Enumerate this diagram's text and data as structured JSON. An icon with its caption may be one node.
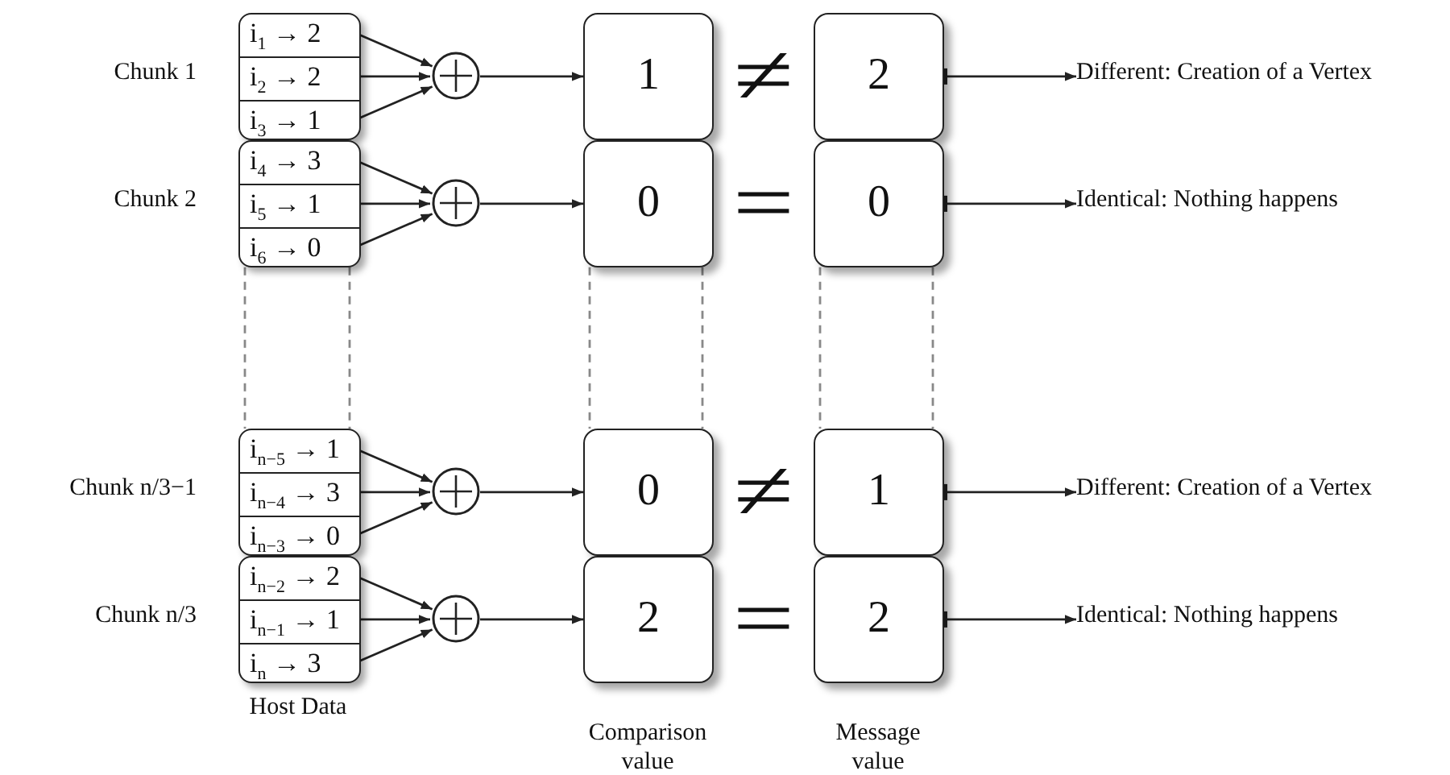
{
  "diagram": {
    "nodes": [
      {
        "text": [],
        "shape": "box",
        "beside": [
          "Chunk 1"
        ]
      },
      {
        "text": [
          "i$_{1}$ → 2"
        ],
        "in": 0
      },
      {
        "text": [
          "i$_{2}$ → 2"
        ],
        "in": 0
      },
      {
        "text": [
          "i$_{3}$ → 1"
        ],
        "in": 0
      },
      {
        "text": [],
        "shape": "circle"
      },
      {
        "text": [
          "1"
        ]
      },
      {
        "text": [
          "2"
        ]
      },
      {
        "text": [
          "Different: Creation of a Vertex"
        ]
      },
      {
        "text": [],
        "shape": "box",
        "beside": [
          "Chunk 2"
        ]
      },
      {
        "text": [
          "i$_{4}$ → 3"
        ],
        "in": 8
      },
      {
        "text": [
          "i$_{5}$ → 1"
        ],
        "in": 8
      },
      {
        "text": [
          "i$_{6}$ → 0"
        ],
        "in": 8
      },
      {
        "text": [],
        "shape": "circle"
      },
      {
        "text": [
          "0"
        ]
      },
      {
        "text": [
          "0"
        ]
      },
      {
        "text": [
          "Identical: Nothing happens"
        ]
      },
      {
        "text": [],
        "shape": "box",
        "beside": [
          "Chunk n/3−1"
        ]
      },
      {
        "text": [
          "i$_{n−5}$ → 1"
        ],
        "in": 16
      },
      {
        "text": [
          "i$_{n−4}$ → 3"
        ],
        "in": 16
      },
      {
        "text": [
          "i$_{n−3}$ → 0"
        ],
        "in": 16
      },
      {
        "text": [],
        "shape": "circle"
      },
      {
        "text": [
          "0"
        ]
      },
      {
        "text": [
          "1"
        ]
      },
      {
        "text": [
          "Different: Creation of a Vertex"
        ]
      },
      {
        "text": [],
        "shape": "box",
        "beside": [
          "Chunk n/3"
        ]
      },
      {
        "text": [
          "i$_{n−2}$ → 2"
        ],
        "in": 24
      },
      {
        "text": [
          "i$_{n−1}$ → 1"
        ],
        "in": 24
      },
      {
        "text": [
          "i$_{n}$ → 3"
        ],
        "in": 24
      },
      {
        "text": [],
        "shape": "circle"
      },
      {
        "text": [
          "2"
        ]
      },
      {
        "text": [
          "2"
        ]
      },
      {
        "text": [
          "Identical: Nothing happens"
        ]
      }
    ],
    "edges": [
      {
        "from": 1,
        "to": 4,
        "arrow": "to"
      },
      {
        "from": 2,
        "to": 4,
        "arrow": "to"
      },
      {
        "from": 3,
        "to": 4,
        "arrow": "to"
      },
      {
        "from": 4,
        "to": 5,
        "arrow": "to"
      },
      {
        "from": 6,
        "to": 7,
        "arrow": "to"
      },
      {
        "from": 9,
        "to": 12,
        "arrow": "to"
      },
      {
        "from": 10,
        "to": 12,
        "arrow": "to"
      },
      {
        "from": 11,
        "to": 12,
        "arrow": "to"
      },
      {
        "from": 12,
        "to": 13,
        "arrow": "to"
      },
      {
        "from": 14,
        "to": 15,
        "arrow": "to"
      },
      {
        "from": 17,
        "to": 20,
        "arrow": "to"
      },
      {
        "from": 18,
        "to": 20,
        "arrow": "to"
      },
      {
        "from": 19,
        "to": 20,
        "arrow": "to"
      },
      {
        "from": 20,
        "to": 21,
        "arrow": "to"
      },
      {
        "from": 22,
        "to": 23,
        "arrow": "to"
      },
      {
        "from": 25,
        "to": 28,
        "arrow": "to"
      },
      {
        "from": 26,
        "to": 28,
        "arrow": "to"
      },
      {
        "from": 27,
        "to": 28,
        "arrow": "to"
      },
      {
        "from": 28,
        "to": 29,
        "arrow": "to"
      },
      {
        "from": 30,
        "to": 31,
        "arrow": "to"
      },
      {
        "from": 8,
        "to": 16,
        "arrow": "none",
        "style": "dashed",
        "color": "#888888"
      },
      {
        "from": 8,
        "to": 16,
        "arrow": "none",
        "style": "dashed",
        "color": "#888888"
      },
      {
        "from": 13,
        "to": 21,
        "arrow": "none",
        "style": "dashed",
        "color": "#888888"
      },
      {
        "from": 13,
        "to": 21,
        "arrow": "none",
        "style": "dashed",
        "color": "#888888"
      },
      {
        "from": 14,
        "to": 22,
        "arrow": "none",
        "style": "dashed",
        "color": "#888888"
      },
      {
        "from": 14,
        "to": 22,
        "arrow": "none",
        "style": "dashed",
        "color": "#888888"
      }
    ],
    "labels": [
      "≠",
      "=",
      "≠",
      "=",
      "Host Data",
      "Comparison value",
      "Message value"
    ]
  }
}
